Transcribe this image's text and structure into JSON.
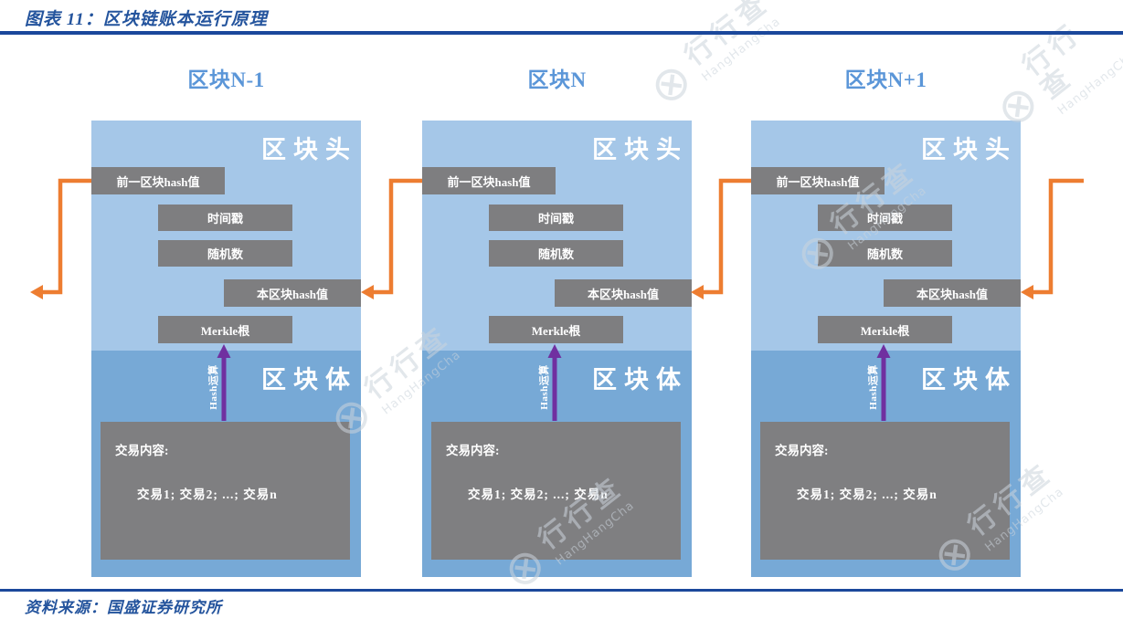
{
  "page": {
    "title": "图表 11：区块链账本运行原理",
    "source": "资料来源：国盛证券研究所"
  },
  "blocks": [
    {
      "title": "区块N-1"
    },
    {
      "title": "区块N"
    },
    {
      "title": "区块N+1"
    }
  ],
  "block_labels": {
    "header": "区块头",
    "body": "区块体",
    "prev_hash": "前一区块hash值",
    "timestamp": "时间戳",
    "nonce": "随机数",
    "self_hash": "本区块hash值",
    "merkle_root": "Merkle根",
    "hash_operation": "Hash运算",
    "tx_header": "交易内容:",
    "tx_list": "交易1; 交易2; ...; 交易n"
  },
  "watermark": {
    "cn": "行行查",
    "en": "HangHangCha",
    "logo": "⊗"
  },
  "colors": {
    "rule_navy": "#1b489b",
    "title_navy": "#24549d",
    "block_title_blue": "#5b96d8",
    "header_blue": "#a5c7e8",
    "body_blue": "#77a9d6",
    "box_gray": "#7e7e80",
    "arrow_orange": "#ed7d31",
    "arrow_purple": "#7030a0"
  }
}
